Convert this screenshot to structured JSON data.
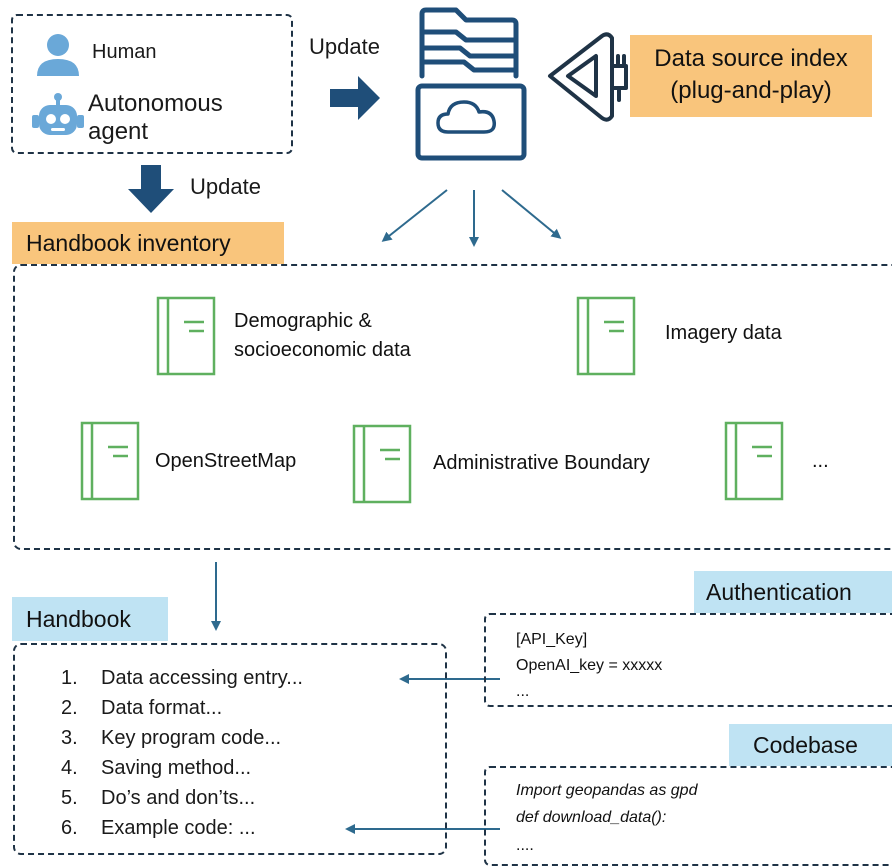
{
  "actors": {
    "human_label": "Human",
    "agent_label_line1": "Autonomous",
    "agent_label_line2": "agent"
  },
  "updates": {
    "top_right": "Update",
    "down": "Update"
  },
  "data_source_index": {
    "line1": "Data source index",
    "line2": "(plug-and-play)"
  },
  "handbook_inventory": {
    "title": "Handbook inventory",
    "items": [
      {
        "line1": "Demographic &",
        "line2": "socioeconomic  data"
      },
      {
        "line1": "Imagery data"
      },
      {
        "line1": "OpenStreetMap"
      },
      {
        "line1": "Administrative Boundary"
      },
      {
        "line1": "..."
      }
    ]
  },
  "handbook": {
    "title": "Handbook",
    "items": [
      {
        "num": "1.",
        "text": "Data accessing entry..."
      },
      {
        "num": "2.",
        "text": "Data format..."
      },
      {
        "num": "3.",
        "text": "Key program code..."
      },
      {
        "num": "4.",
        "text": "Saving method..."
      },
      {
        "num": "5.",
        "text": "Do’s and don’ts..."
      },
      {
        "num": "6.",
        "text": "Example code: ..."
      }
    ]
  },
  "authentication": {
    "title": "Authentication",
    "lines": [
      "[API_Key]",
      "OpenAI_key = xxxxx",
      "..."
    ]
  },
  "codebase": {
    "title": "Codebase",
    "lines": [
      "Import geopandas as gpd",
      "def download_data():",
      "...."
    ]
  },
  "colors": {
    "dark_blue": "#1f4e79",
    "arrow_blue": "#2e6a8e",
    "icon_blue": "#5b9bd5",
    "robot_blue": "#6aa8d8",
    "book_green": "#5fb05f",
    "orange_label": "#f9c57c",
    "blue_label": "#bfe3f3"
  },
  "icons": [
    "person-icon",
    "robot-icon",
    "cloud-folder-icon",
    "plug-in-icon",
    "book-icon"
  ]
}
